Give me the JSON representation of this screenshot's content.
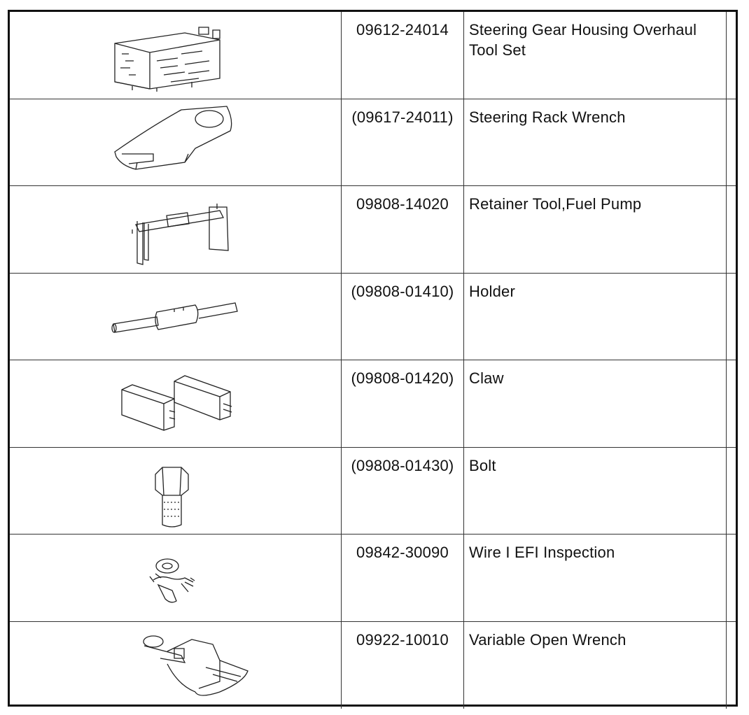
{
  "tools": [
    {
      "part_number": "09612-24014",
      "name": "Steering Gear Housing Overhaul Tool Set",
      "icon": "tool-set-icon"
    },
    {
      "part_number": "(09617-24011)",
      "name": "Steering Rack Wrench",
      "icon": "rack-wrench-icon"
    },
    {
      "part_number": "09808-14020",
      "name": "Retainer Tool,Fuel Pump",
      "icon": "retainer-tool-icon"
    },
    {
      "part_number": "(09808-01410)",
      "name": "Holder",
      "icon": "holder-icon"
    },
    {
      "part_number": "(09808-01420)",
      "name": "Claw",
      "icon": "claw-icon"
    },
    {
      "part_number": "(09808-01430)",
      "name": "Bolt",
      "icon": "bolt-icon"
    },
    {
      "part_number": "09842-30090",
      "name": "Wire I EFI Inspection",
      "icon": "wire-inspection-icon"
    },
    {
      "part_number": "09922-10010",
      "name": "Variable Open Wrench",
      "icon": "open-wrench-icon"
    }
  ]
}
